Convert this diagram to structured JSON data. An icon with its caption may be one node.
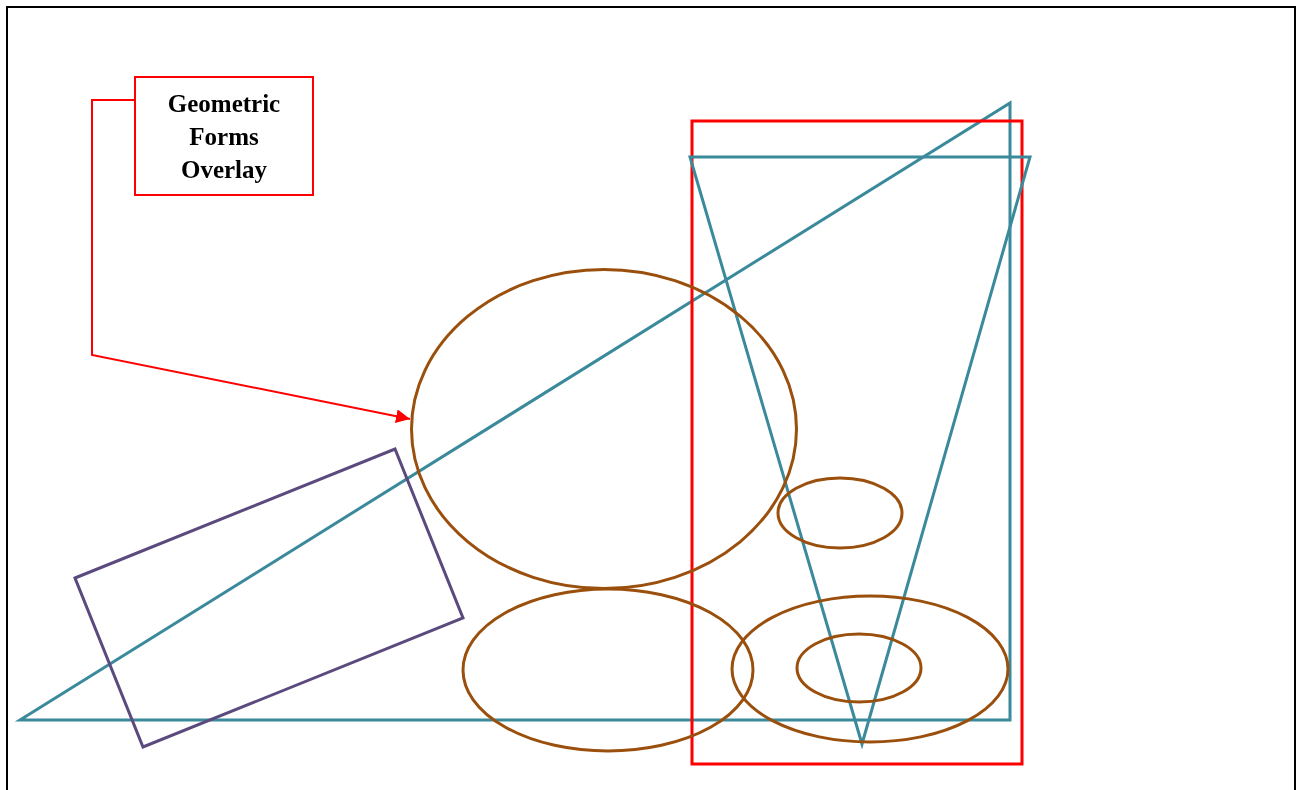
{
  "diagram": {
    "nodes": [
      {
        "text": [
          "Geometric Forms Overlay"
        ]
      },
      {
        "text": [],
        "shape": "ellipse"
      }
    ],
    "edges": [
      {
        "from": 0,
        "to": 1,
        "arrow": "to"
      }
    ]
  }
}
